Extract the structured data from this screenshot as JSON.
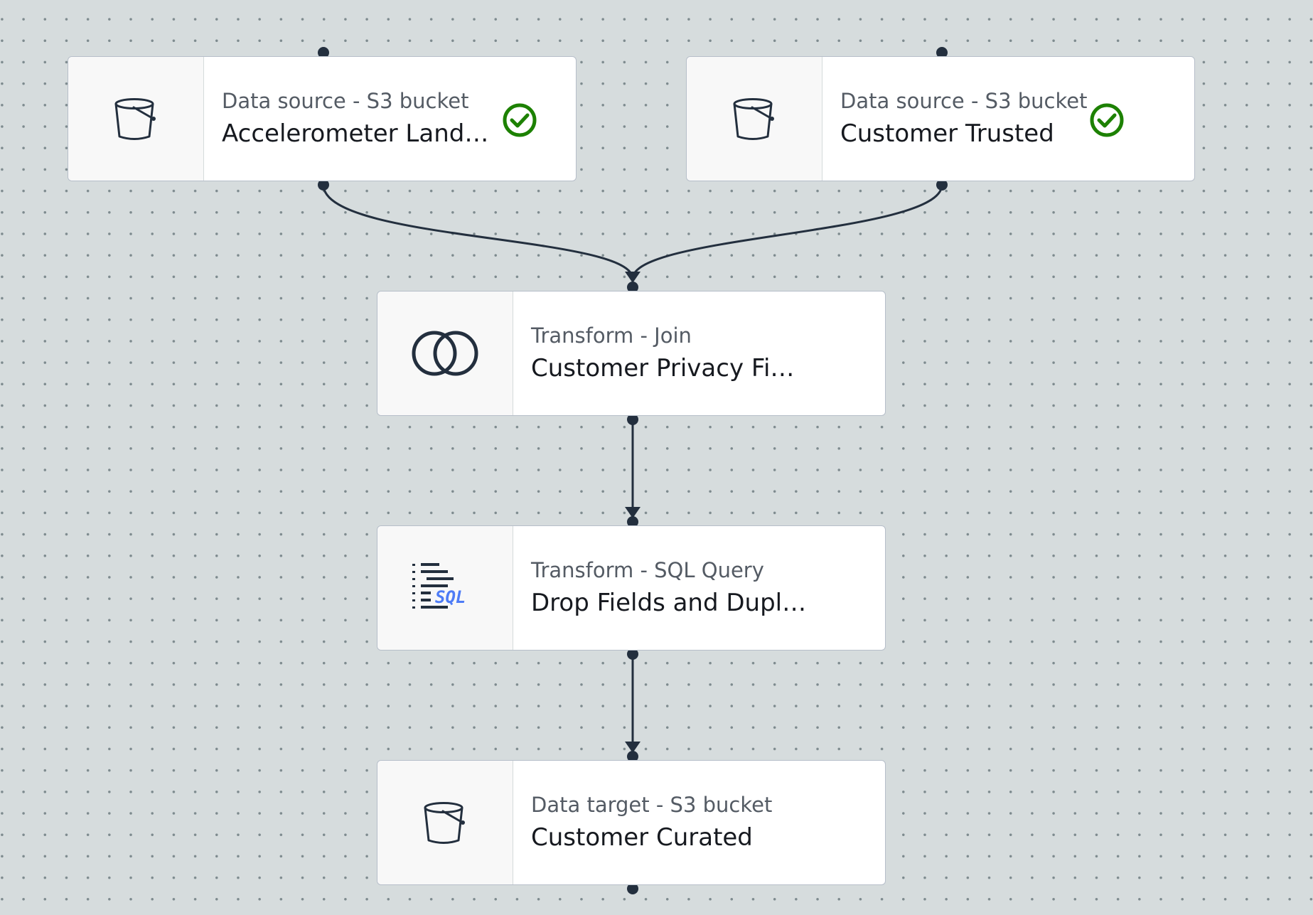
{
  "colors": {
    "canvas_bg": "#d6dcdd",
    "edge": "#232f3e",
    "success": "#1d8102",
    "sql_accent": "#4e7cf6"
  },
  "nodes": [
    {
      "id": "accelerometer-landing",
      "type_label": "Data source - S3 bucket",
      "title": "Accelerometer Landing",
      "icon": "s3-bucket-icon",
      "status": "success-check-icon"
    },
    {
      "id": "customer-trusted",
      "type_label": "Data source - S3 bucket",
      "title": "Customer Trusted",
      "icon": "s3-bucket-icon",
      "status": "success-check-icon"
    },
    {
      "id": "customer-privacy-filter",
      "type_label": "Transform - Join",
      "title": "Customer Privacy Filter",
      "icon": "join-icon"
    },
    {
      "id": "drop-fields",
      "type_label": "Transform - SQL Query",
      "title": "Drop Fields and Dupl…",
      "icon": "sql-query-icon",
      "icon_text": "SQL"
    },
    {
      "id": "customer-curated",
      "type_label": "Data target - S3 bucket",
      "title": "Customer Curated",
      "icon": "s3-bucket-icon"
    }
  ],
  "edges": [
    {
      "from": "accelerometer-landing",
      "to": "customer-privacy-filter"
    },
    {
      "from": "customer-trusted",
      "to": "customer-privacy-filter"
    },
    {
      "from": "customer-privacy-filter",
      "to": "drop-fields"
    },
    {
      "from": "drop-fields",
      "to": "customer-curated"
    }
  ]
}
